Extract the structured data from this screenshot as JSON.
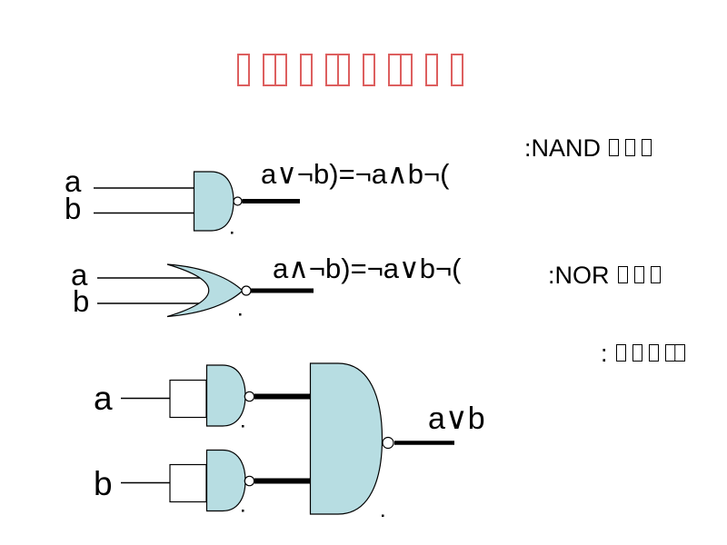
{
  "colors": {
    "gate_fill": "#b7dde2",
    "accent_red": "#dd5f5f",
    "ink": "#000000",
    "background": "#ffffff"
  },
  "title": {
    "glyph_boxes": [
      "single",
      "double",
      "single",
      "double",
      "single",
      "double",
      "single",
      "single"
    ]
  },
  "nand_section": {
    "input_a": "a",
    "input_b": "b",
    "formula": "a∨¬b)=¬a∧b¬(",
    "label_text": ":NAND",
    "label_glyph_boxes": [
      "single",
      "single",
      "single"
    ]
  },
  "nor_section": {
    "input_a": "a",
    "input_b": "b",
    "formula": "a∧¬b)=¬a∨b¬(",
    "label_text": ":NOR",
    "label_glyph_boxes": [
      "single",
      "single",
      "single"
    ]
  },
  "example_section": {
    "label_text": ":",
    "label_glyph_boxes": [
      "single",
      "single",
      "single",
      "double"
    ],
    "input_a": "a",
    "input_b": "b",
    "output_label": "a∨b"
  }
}
